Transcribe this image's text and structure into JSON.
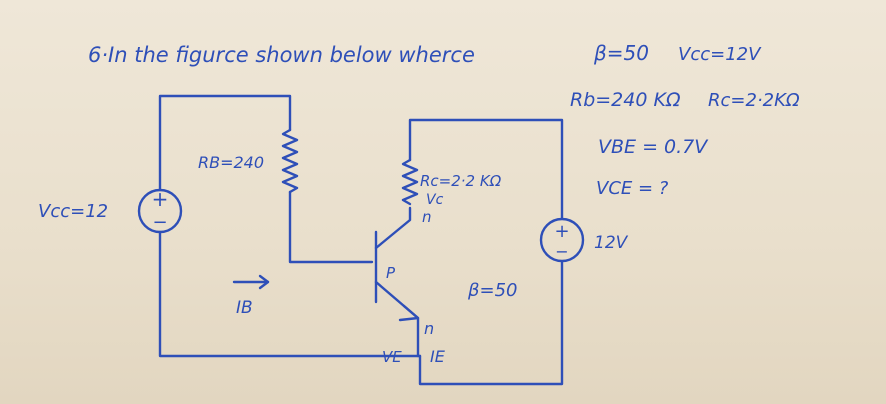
{
  "problem": {
    "heading": "6·In the figurce shown below wherce",
    "beta_given": "β=50",
    "vcc_given": "Vcc=12V",
    "rb_given": "Rb=240 KΩ",
    "rc_given": "Rc=2·2KΩ",
    "vbe_given": "VBE = 0.7V",
    "vce_given": "VCE = ?"
  },
  "circuit": {
    "vcc_source_label": "Vcc=12",
    "rb_label": "RB=240",
    "rc_label": "Rc=2·2 KΩ",
    "vc_label": "Vc",
    "collector_type": "n",
    "base_type": "P",
    "emitter_type": "n",
    "ib_label": "IB",
    "beta_label": "β=50",
    "ve_label": "VE",
    "ie_label": "IE",
    "right_source_label": "12V",
    "plus_sign": "+",
    "minus_sign": "−"
  },
  "colors": {
    "ink": "#2e4fb8",
    "paper": "#ece3d2"
  }
}
